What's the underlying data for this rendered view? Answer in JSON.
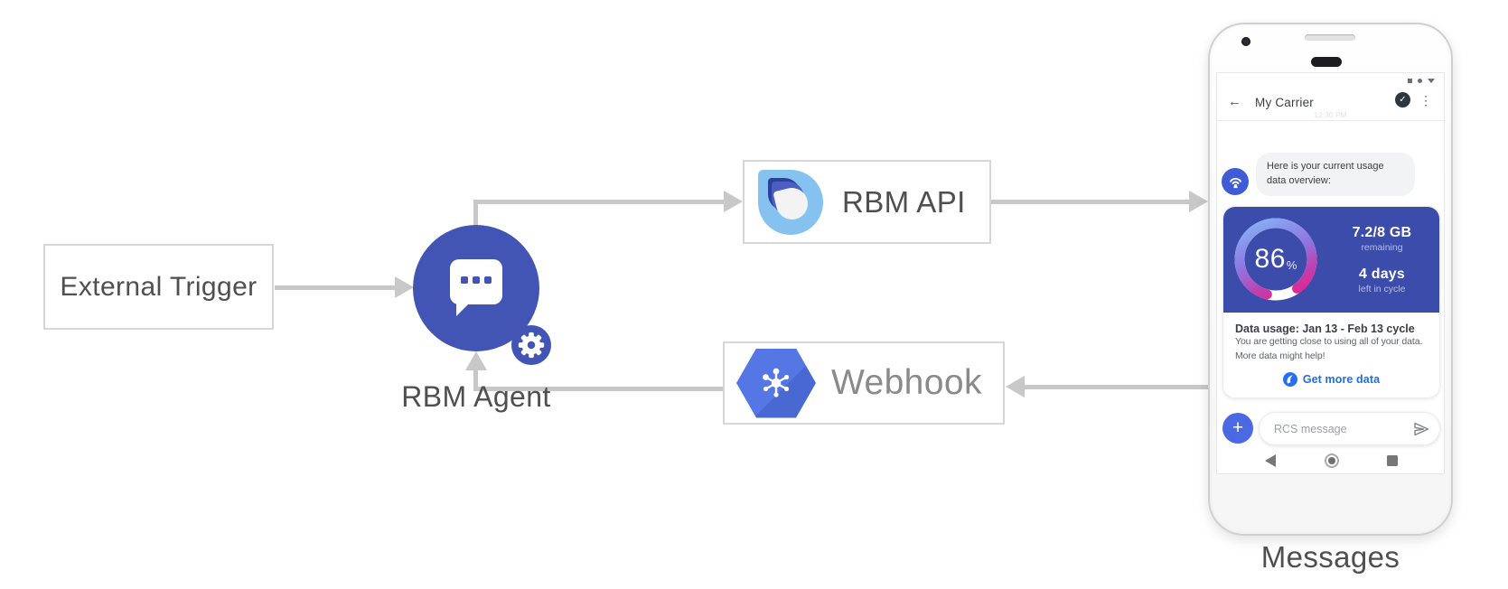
{
  "diagram": {
    "nodes": {
      "external_trigger": "External Trigger",
      "rbm_agent": "RBM Agent",
      "rbm_api": "RBM API",
      "webhook": "Webhook"
    },
    "phone_caption": "Messages"
  },
  "icons": {
    "back_arrow": "←",
    "verified_check": "✓",
    "overflow_menu": "⋮",
    "plus": "+"
  },
  "phone": {
    "header": {
      "title": "My Carrier"
    },
    "conversation": {
      "timestamp": "12:30 PM",
      "bubble_lines": [
        "Here is your current usage",
        "data overview:"
      ]
    },
    "usage_card": {
      "gauge_percent": 86,
      "percent_value": "86",
      "percent_unit": "%",
      "remaining_value": "7.2/8 GB",
      "remaining_label": "remaining",
      "days_value": "4 days",
      "days_label": "left in cycle",
      "title": "Data usage: Jan 13 - Feb 13 cycle",
      "body_lines": [
        "You are getting close to using all of your data.",
        "More data might help!"
      ],
      "action_label": "Get more data"
    },
    "composer": {
      "placeholder": "RCS message"
    }
  },
  "colors": {
    "agent_blue": "#4355b4",
    "card_blue": "#3c4caa",
    "avatar_blue": "#3f5bd6",
    "hexagon_blue": "#5170e1",
    "link_blue": "#1f6ce8",
    "arrow_gray": "#c8c8c8",
    "gauge_gradient": [
      "#85b5f7",
      "#8f74e0",
      "#e5248e"
    ]
  }
}
